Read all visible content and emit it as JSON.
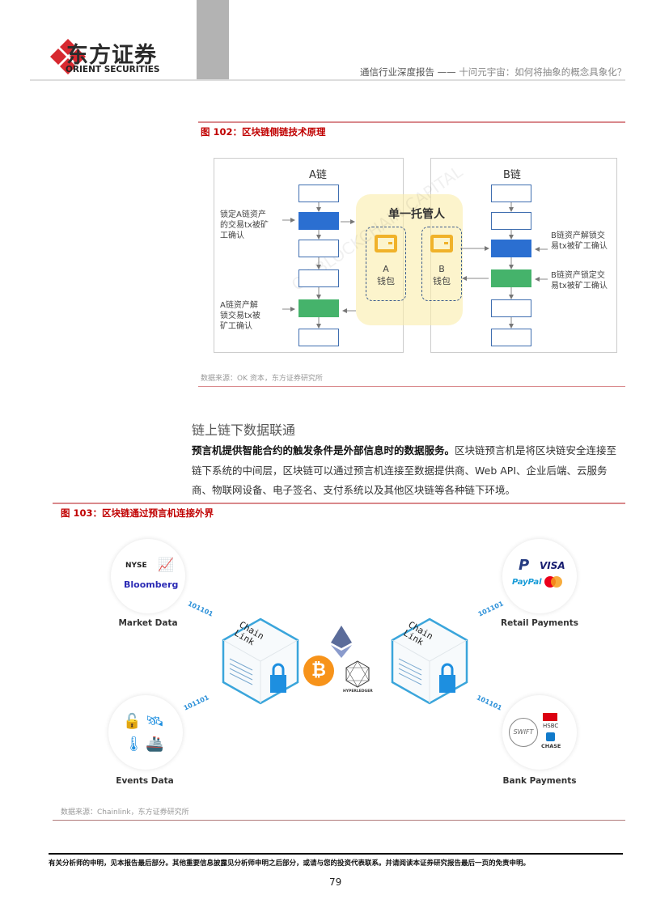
{
  "header": {
    "brand_cn": "东方证券",
    "brand_en": "ORIENT SECURITIES",
    "report_type": "通信行业深度报告",
    "separator": "——",
    "report_title": "十问元宇宙：如何将抽象的概念具象化？"
  },
  "figure102": {
    "caption": "图 102：区块链侧链技术原理",
    "chain_a_title": "A链",
    "chain_b_title": "B链",
    "custodian": "单一托管人",
    "wallet_a": [
      "A",
      "钱包"
    ],
    "wallet_b": [
      "B",
      "钱包"
    ],
    "note_a_lock": "锁定A链资产的交易tx被矿工确认",
    "note_a_unlock": "A链资产解锁交易tx被矿工确认",
    "note_b_unlock": "B链资产解锁交易tx被矿工确认",
    "note_b_lock": "B链资产锁定交易tx被矿工确认",
    "watermark": "OK BLOCKCHAIN CAPITAL",
    "source": "数据来源：OK 资本，东方证券研究所"
  },
  "section": {
    "heading": "链上链下数据联通",
    "lead": "预言机提供智能合约的触发条件是外部信息时的数据服务。",
    "body": "区块链预言机是将区块链安全连接至链下系统的中间层，区块链可以通过预言机连接至数据提供商、Web API、企业后端、云服务商、物联网设备、电子签名、支付系统以及其他区块链等各种链下环境。"
  },
  "figure103": {
    "caption": "图 103：区块链通过预言机连接外界",
    "market_data": "Market Data",
    "events_data": "Events Data",
    "retail_payments": "Retail Payments",
    "bank_payments": "Bank Payments",
    "nyse": "NYSE",
    "bloomberg": "Bloomberg",
    "paypal": "PayPal",
    "visa": "VISA",
    "swift": "SWIFT",
    "hsbc": "HSBC",
    "chase": "CHASE",
    "chainlink": "Chain Link",
    "hyperledger": "HYPERLEDGER",
    "bits": "101101",
    "source": "数据来源：Chainlink，东方证券研究所"
  },
  "footer": {
    "disclaimer": "有关分析师的申明，见本报告最后部分。其他重要信息披露见分析师申明之后部分，或请与您的投资代表联系。并请阅读本证券研究报告最后一页的免责申明。",
    "page_number": "79"
  }
}
